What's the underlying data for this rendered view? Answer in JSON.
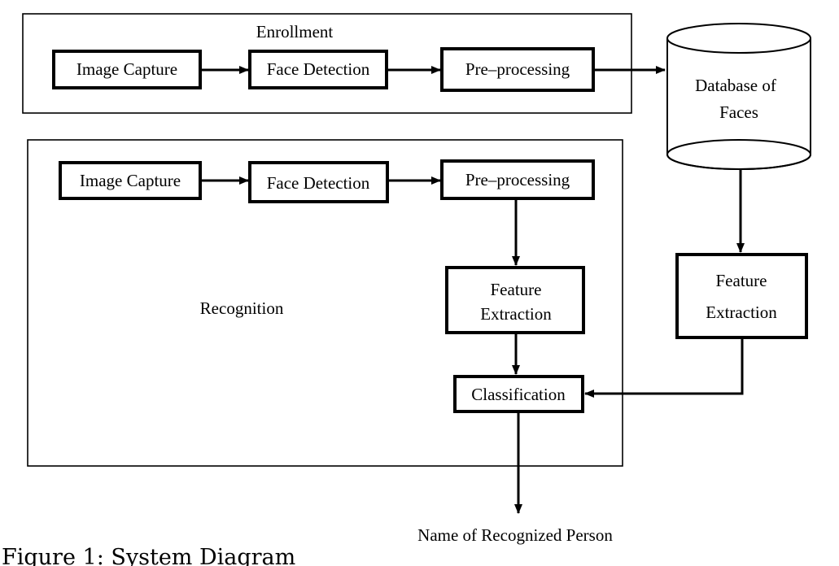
{
  "diagram": {
    "enrollment": {
      "title": "Enrollment",
      "image_capture": "Image Capture",
      "face_detection": "Face Detection",
      "preprocessing": "Pre–processing"
    },
    "database": {
      "line1": "Database of",
      "line2": "Faces"
    },
    "recognition": {
      "title": "Recognition",
      "image_capture": "Image Capture",
      "face_detection": "Face Detection",
      "preprocessing": "Pre–processing",
      "feature_extraction": {
        "line1": "Feature",
        "line2": "Extraction"
      },
      "classification": "Classification"
    },
    "db_feature_extraction": {
      "line1": "Feature",
      "line2": "Extraction"
    },
    "output": "Name of Recognized Person"
  },
  "caption": "Figure 1: System Diagram"
}
